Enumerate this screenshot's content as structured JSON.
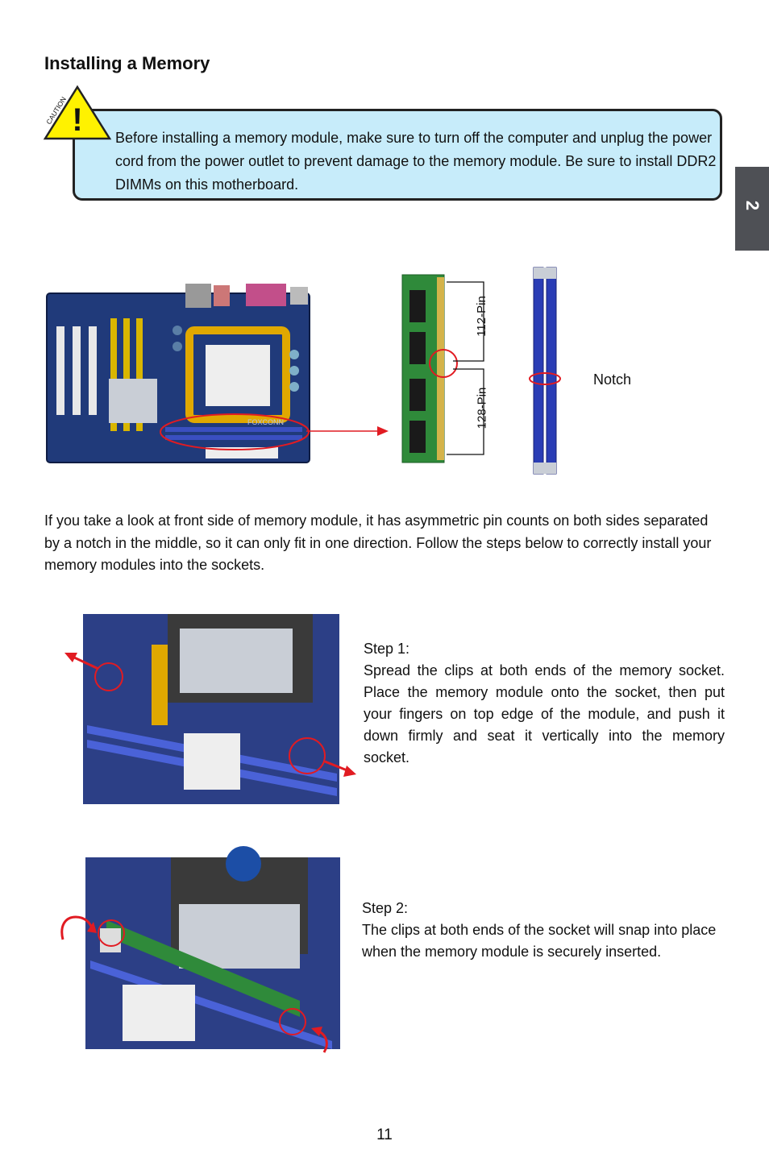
{
  "section": {
    "title": "Installing a Memory"
  },
  "caution": {
    "icon_label": "CAUTION",
    "text": "Before installing a memory module, make sure to turn off the computer and unplug the power cord from the power outlet to prevent damage to the memory module. Be sure to install DDR2 DIMMs on this motherboard."
  },
  "chapter_tab": {
    "number": "2"
  },
  "diagram": {
    "pin_label_top": "112-Pin",
    "pin_label_bottom": "128-Pin",
    "notch_label": "Notch",
    "board_brand": "FOXCONN"
  },
  "intro": "If you take a look at front side of memory module, it has asymmetric pin counts on both sides separated by a notch in the middle, so it can only fit in one direction. Follow the steps below to correctly install your memory modules into the sockets.",
  "steps": [
    {
      "heading": "Step 1:",
      "text": "Spread the clips at both ends of the memory socket. Place the memory module onto the socket, then put your fingers on top edge of the module, and push it down firmly and seat it vertically into the memory socket."
    },
    {
      "heading": "Step 2:",
      "text": "The clips at both ends of the socket will snap into place when the memory module is securely inserted."
    }
  ],
  "page_number": "11",
  "colors": {
    "caution_bg": "#c7ecfa",
    "board_blue": "#1f3a8a",
    "highlight_red": "#e11b22",
    "tab_gray": "#4e5055",
    "warning_yellow": "#fff200"
  }
}
